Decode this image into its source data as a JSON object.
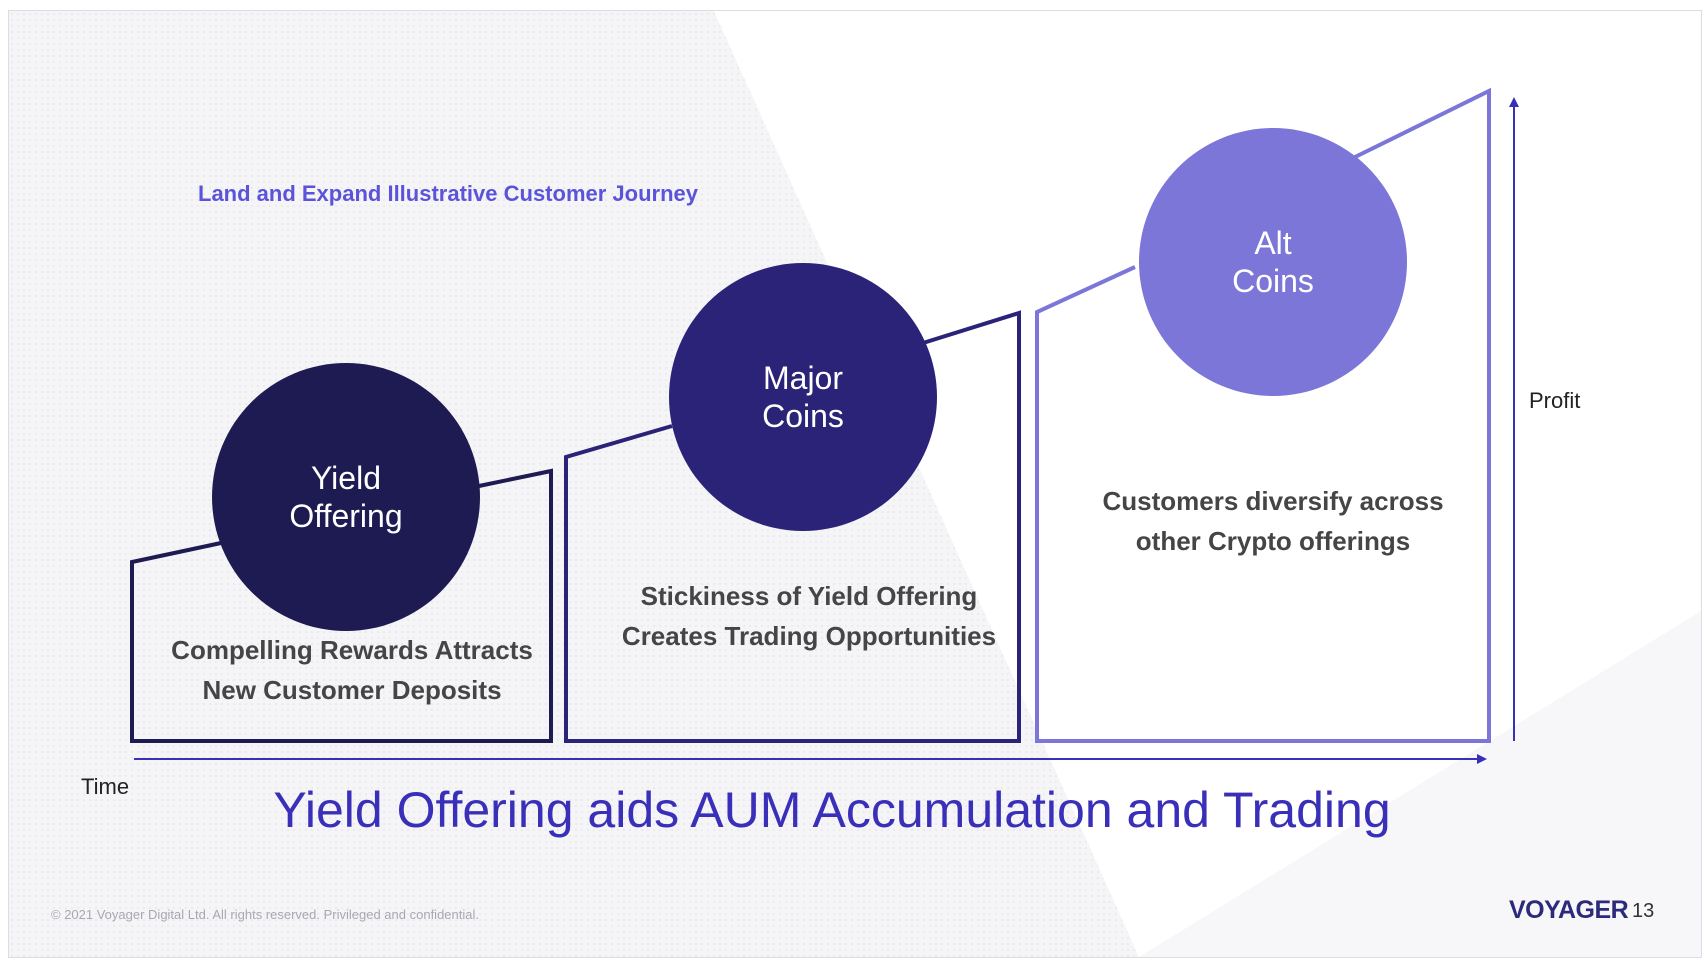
{
  "slide": {
    "subtitle": "Land and Expand Illustrative Customer Journey",
    "headline": "Yield Offering aids AUM Accumulation and Trading",
    "axes": {
      "x_label": "Time",
      "y_label": "Profit"
    },
    "stages": [
      {
        "circle_label": "Yield\nOffering",
        "caption": "Compelling Rewards Attracts\nNew Customer Deposits",
        "color": "#1e1b52"
      },
      {
        "circle_label": "Major\nCoins",
        "caption": "Stickiness of Yield Offering\nCreates Trading Opportunities",
        "color": "#2b2378"
      },
      {
        "circle_label": "Alt\nCoins",
        "caption": "Customers diversify across\nother Crypto offerings",
        "color": "#7b76d8"
      }
    ],
    "footer": "© 2021 Voyager Digital Ltd. All rights reserved. Privileged and confidential.",
    "brand": "VOYAGER",
    "page_number": "13"
  }
}
